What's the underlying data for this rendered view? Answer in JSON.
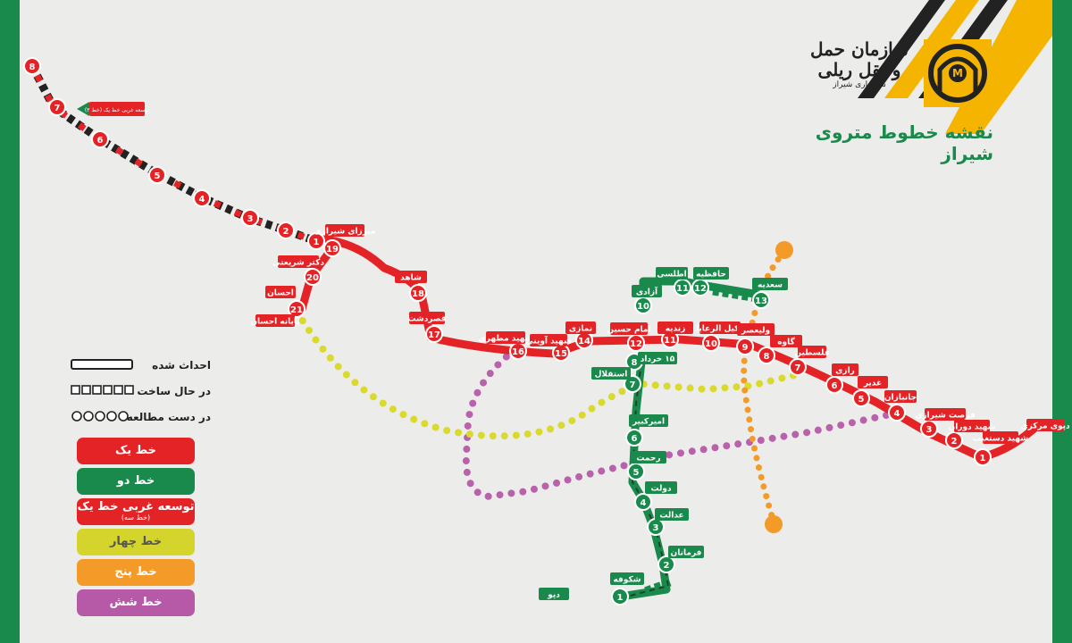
{
  "header": {
    "map_title": "نقشه خطوط متروی شیراز",
    "org_name": "سازمان حمل و نقل ریلی",
    "org_city": "شهرداری شیراز",
    "logo_letter": "M"
  },
  "legend": {
    "existing": "احداث شده",
    "construction": "در حال ساخت",
    "study": "در دست مطالعه",
    "lines": [
      {
        "label": "خط یک",
        "color": "#e42326"
      },
      {
        "label": "خط دو",
        "color": "#1a8a4c"
      },
      {
        "label": "توسعه غربی خط یک",
        "sub": "(خط سه)",
        "color": "#e42326"
      },
      {
        "label": "خط چهار",
        "color": "#d4d42c"
      },
      {
        "label": "خط پنج",
        "color": "#f39a28"
      },
      {
        "label": "خط شش",
        "color": "#b65aa8"
      }
    ]
  },
  "colors": {
    "red": "#e42326",
    "green": "#1a8a4c",
    "yellow": "#e3e33a",
    "orange": "#f39a28",
    "purple": "#b65aa8",
    "dark": "#222222",
    "brand_yellow": "#f4b400",
    "background": "#ececea"
  },
  "line3_extension": {
    "station_numbers": [
      "8",
      "7",
      "6",
      "5",
      "4",
      "3",
      "2",
      "1"
    ],
    "note": "توسعه غربی خط یک (خط ۳)"
  },
  "line1": {
    "stations": [
      {
        "num": "19",
        "name": "میرزای شیرازی"
      },
      {
        "num": "20",
        "name": "دکتر شریعتی"
      },
      {
        "num": "21",
        "name": "احسان"
      },
      {
        "name": "پایانه احسان"
      },
      {
        "num": "18",
        "name": "شاهد"
      },
      {
        "num": "17",
        "name": "قصردشت"
      },
      {
        "num": "16",
        "name": "شهید مطهری"
      },
      {
        "num": "15",
        "name": "شهید آوینی"
      },
      {
        "num": "14",
        "name": "نمازی"
      },
      {
        "num": "12",
        "name": "امام حسین"
      },
      {
        "num": "11",
        "name": "زندیه"
      },
      {
        "num": "10",
        "name": "وکیل الرعایا"
      },
      {
        "num": "9",
        "name": "ولیعصر"
      },
      {
        "num": "8",
        "name": "گاوه"
      },
      {
        "num": "7",
        "name": "فلسطین"
      },
      {
        "num": "6",
        "name": "رازی"
      },
      {
        "num": "5",
        "name": "غدیر"
      },
      {
        "num": "4",
        "name": "جانبازان"
      },
      {
        "num": "3",
        "name": "فرصت شیرازی"
      },
      {
        "num": "2",
        "name": "شهید دوران"
      },
      {
        "num": "1",
        "name": "شهید دستغیب"
      },
      {
        "name": "دپوی مرکزی"
      }
    ]
  },
  "line2": {
    "stations": [
      {
        "num": "12",
        "name": "حافظیه"
      },
      {
        "num": "11",
        "name": "اطلسی"
      },
      {
        "num": "10",
        "name": "آزادی"
      },
      {
        "num": "13",
        "name": "سعدیه"
      },
      {
        "num": "8",
        "name": "۱۵ خرداد"
      },
      {
        "num": "7",
        "name": "استقلال"
      },
      {
        "num": "6",
        "name": "امیرکبیر"
      },
      {
        "num": "5",
        "name": "رحمت"
      },
      {
        "num": "4",
        "name": "دولت"
      },
      {
        "num": "3",
        "name": "عدالت"
      },
      {
        "num": "2",
        "name": "فرمانان"
      },
      {
        "num": "1",
        "name": "شکوفه"
      },
      {
        "name": "دپو"
      }
    ]
  }
}
